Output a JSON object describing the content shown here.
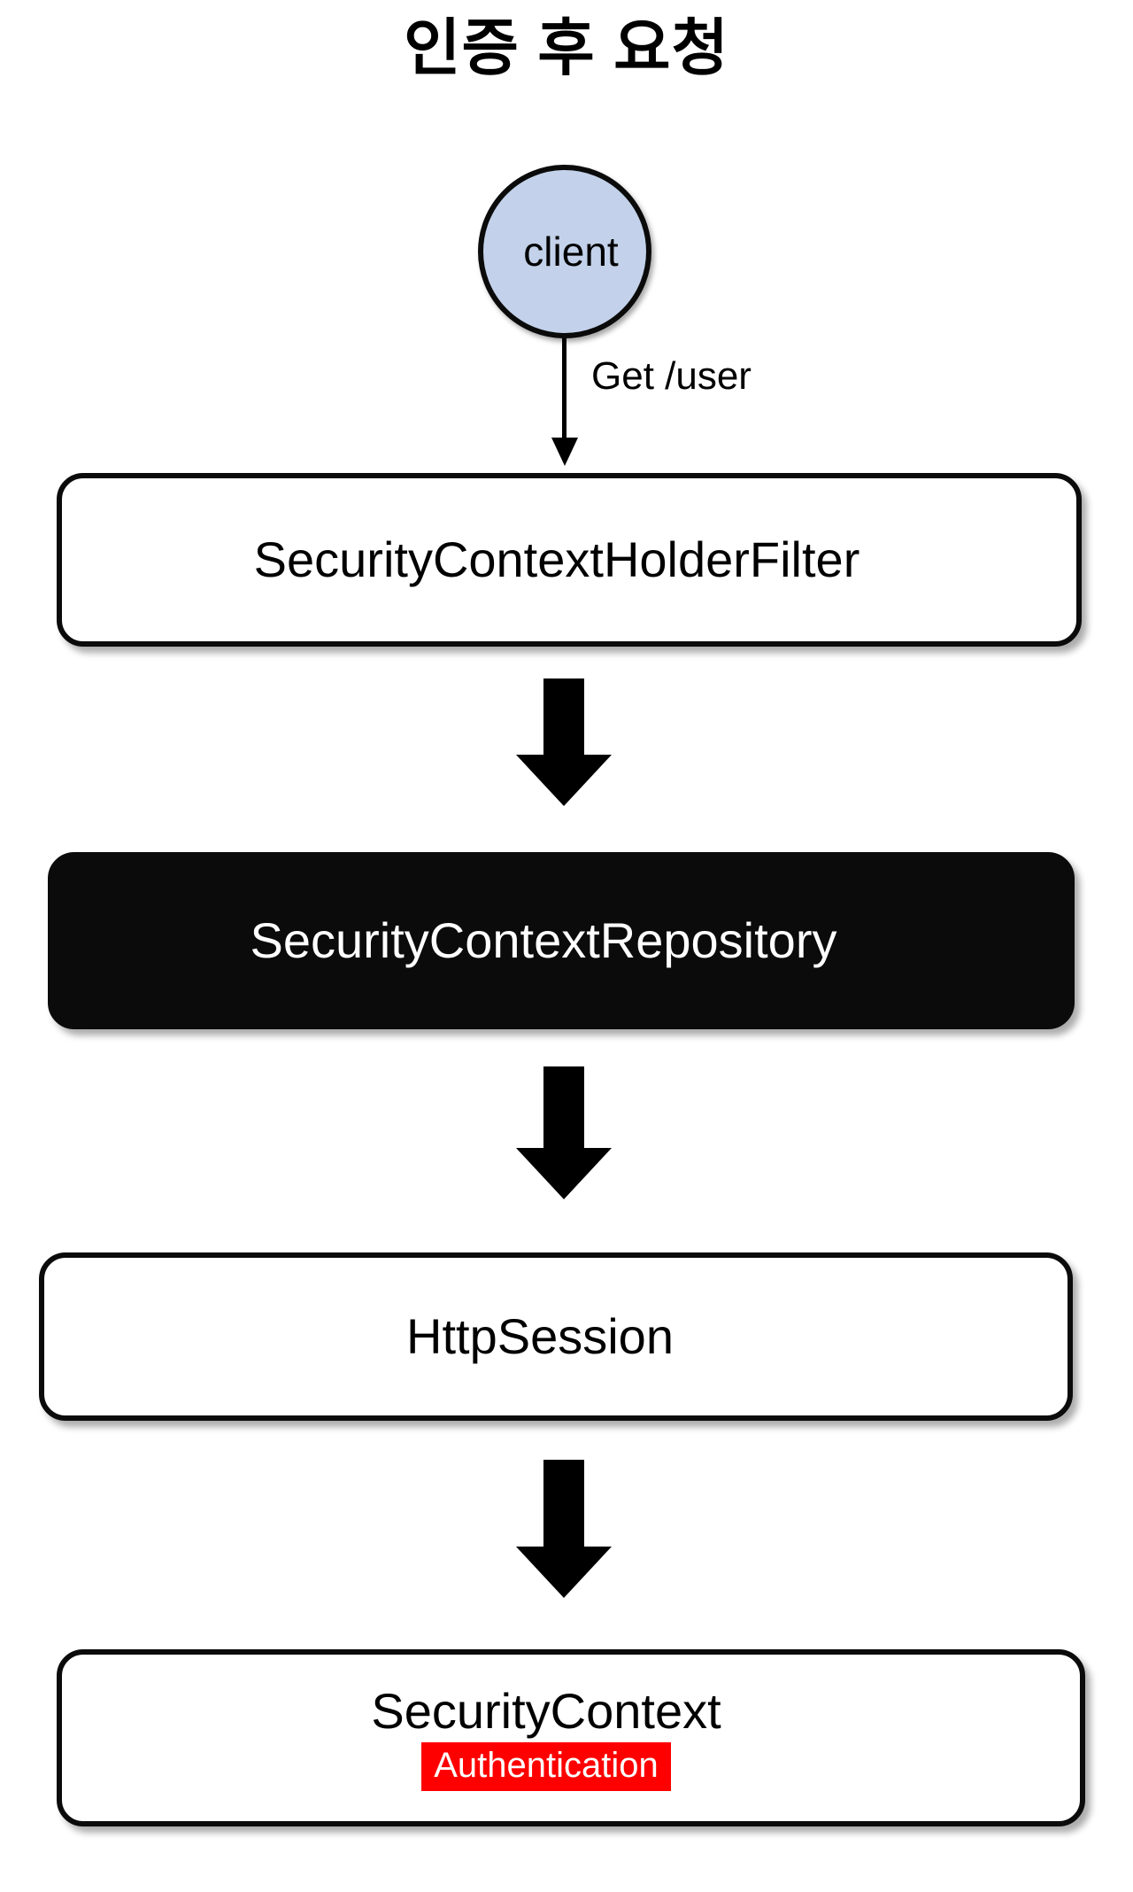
{
  "diagram": {
    "title": "인증 후 요청",
    "type": "flow-diagram",
    "background_color": "#ffffff"
  },
  "colors": {
    "client_fill": "#c3d2ea",
    "stroke": "#0b0b0b",
    "dark_node_fill": "#0b0b0b",
    "dark_node_text": "#ffffff",
    "badge_fill": "#ff0000",
    "badge_text": "#ffffff",
    "node_fill": "#ffffff",
    "node_text": "#000000"
  },
  "client": {
    "label": "client",
    "shape": "circle"
  },
  "request_arrow": {
    "label": "Get /user",
    "style": "thin-line-arrow",
    "direction": "down"
  },
  "nodes": [
    {
      "id": "security-context-holder-filter",
      "label": "SecurityContextHolderFilter",
      "style": "white-rounded-box"
    },
    {
      "id": "security-context-repository",
      "label": "SecurityContextRepository",
      "style": "black-rounded-box"
    },
    {
      "id": "http-session",
      "label": "HttpSession",
      "style": "white-rounded-box"
    },
    {
      "id": "security-context",
      "label": "SecurityContext",
      "style": "white-rounded-box",
      "badge": {
        "label": "Authentication",
        "color": "#ff0000"
      }
    }
  ],
  "flow_arrows": [
    {
      "id": "arrow-filter-to-repository",
      "style": "block-arrow",
      "direction": "down"
    },
    {
      "id": "arrow-repository-to-session",
      "style": "block-arrow",
      "direction": "down"
    },
    {
      "id": "arrow-session-to-context",
      "style": "block-arrow",
      "direction": "down"
    }
  ]
}
